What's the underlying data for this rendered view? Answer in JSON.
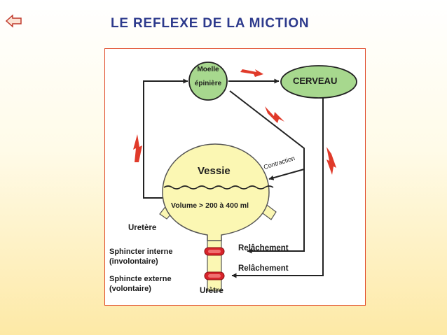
{
  "header": {
    "title": "LE REFLEXE DE LA MICTION",
    "back_icon": "back-arrow-icon"
  },
  "diagram": {
    "nodes": {
      "moelle_line1": "Moelle",
      "moelle_line2": "épinière",
      "cerveau": "CERVEAU",
      "vessie": "Vessie",
      "volume": "Volume > 200 à 400 ml"
    },
    "labels": {
      "contraction": "Contraction",
      "uretere": "Uretère",
      "sphincter_interne_line1": "Sphincter interne",
      "sphincter_interne_line2": "(involontaire)",
      "sphincter_externe_line1": "Sphincte externe",
      "sphincter_externe_line2": "(volontaire)",
      "relachement_1": "Relâchement",
      "relachement_2": "Relâchement",
      "uretre": "Urètre"
    },
    "colors": {
      "moelle_fill": "#a7d88e",
      "cerveau_fill": "#a7d88e",
      "bladder_fill": "#fbf7b3",
      "sphincter": "#d8242b",
      "nerve_impulse": "#e03a2a",
      "frame_border": "#e04a2a",
      "title": "#2d3a8c"
    }
  }
}
